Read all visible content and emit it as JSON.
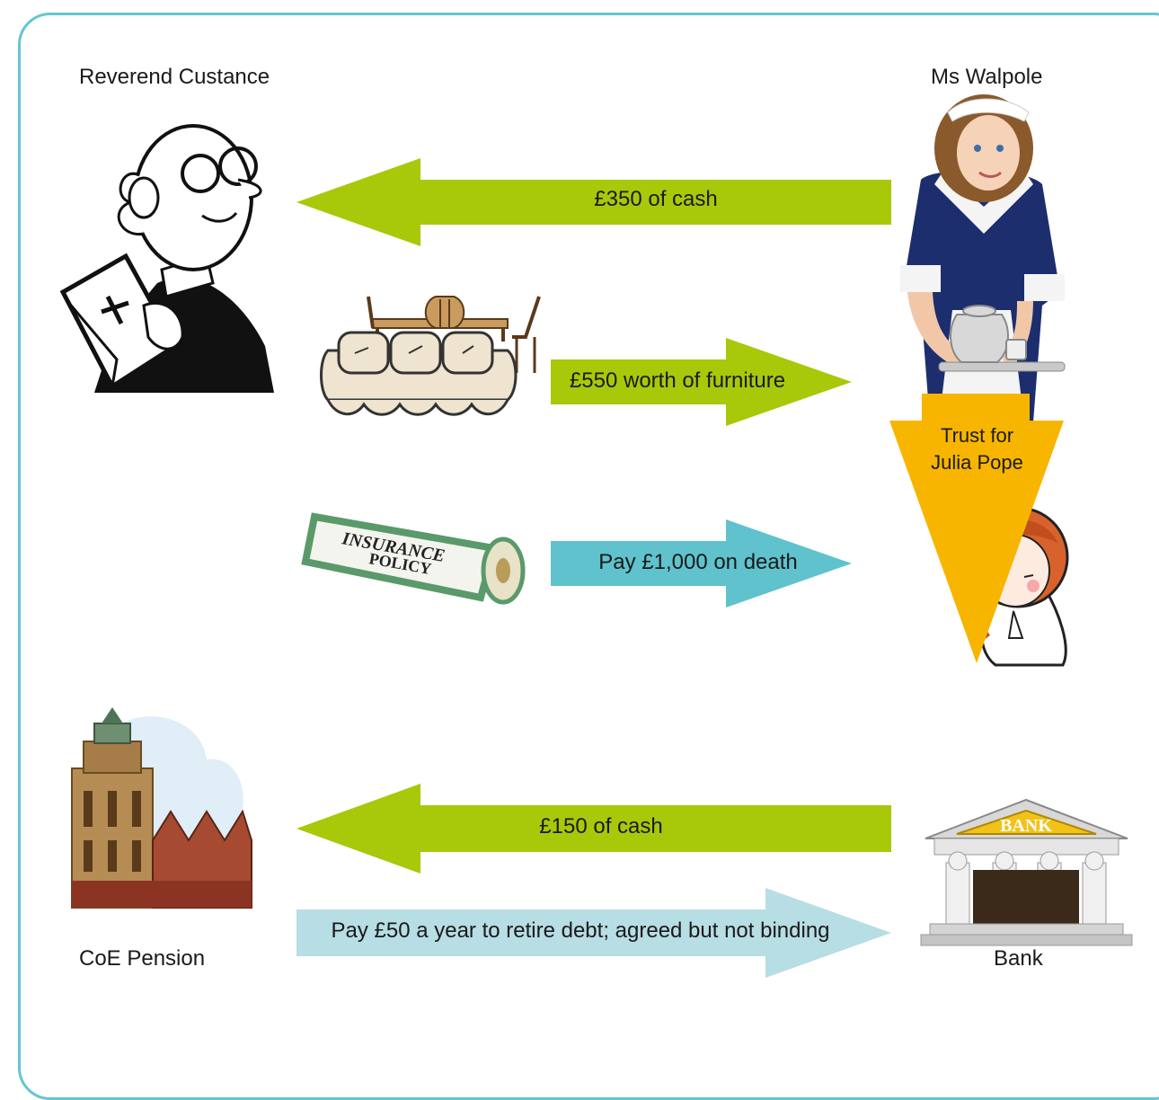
{
  "parties": {
    "reverend": "Reverend Custance",
    "walpole": "Ms Walpole",
    "pension": "CoE Pension",
    "bank": "Bank"
  },
  "arrows": {
    "cash_350": "£350 of cash",
    "furniture_550": "£550 worth of furniture",
    "death_1000": "Pay £1,000 on death",
    "cash_150": "£150 of cash",
    "pay_50": "Pay £50 a year to retire debt; agreed but not binding"
  },
  "trust": {
    "line1": "Trust for",
    "line2": "Julia Pope"
  },
  "illustrations": {
    "insurance_line1": "INSURANCE",
    "insurance_line2": "POLICY",
    "bank_sign": "BANK"
  },
  "colors": {
    "frame": "#63c7cf",
    "green_arrow": "#a8c80a",
    "blue_arrow": "#5fc2cc",
    "light_blue_arrow": "#b7dde5",
    "trust_arrow": "#f7b500"
  }
}
